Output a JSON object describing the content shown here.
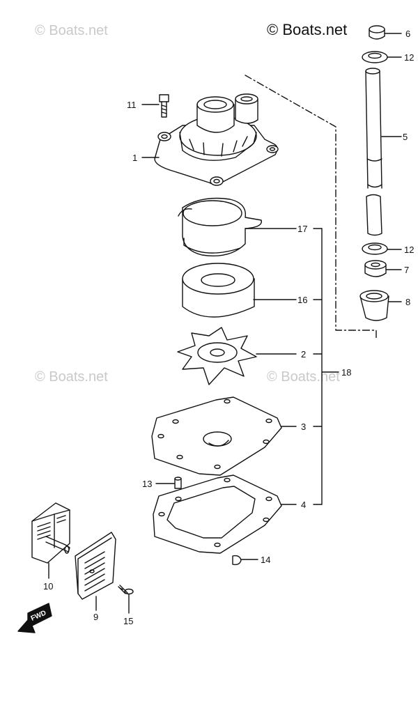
{
  "watermarks": {
    "top_left": "© Boats.net",
    "top_right": "© Boats.net",
    "mid_left": "© Boats.net",
    "mid_right": "© Boats.net"
  },
  "fwd_label": "FWD",
  "callouts": {
    "p1": "1",
    "p2": "2",
    "p3": "3",
    "p4": "4",
    "p5": "5",
    "p6": "6",
    "p7": "7",
    "p8": "8",
    "p9": "9",
    "p10": "10",
    "p11": "11",
    "p12a": "12",
    "p12b": "12",
    "p13": "13",
    "p14": "14",
    "p15": "15",
    "p16": "16",
    "p17": "17",
    "p18": "18"
  },
  "colors": {
    "line": "#111111",
    "watermark": "#c9c9c9"
  }
}
